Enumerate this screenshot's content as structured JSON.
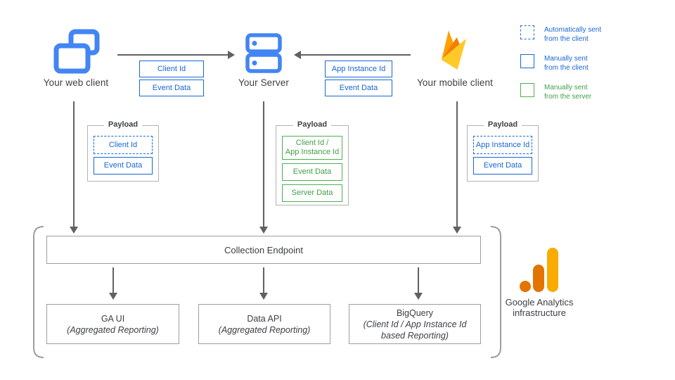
{
  "clients": {
    "web": {
      "label": "Your web client"
    },
    "server": {
      "label": "Your Server"
    },
    "mobile": {
      "label": "Your mobile client"
    }
  },
  "arrow_tags": {
    "web_to_server": {
      "items": [
        "Client Id",
        "Event Data"
      ]
    },
    "mobile_to_server": {
      "items": [
        "App Instance Id",
        "Event Data"
      ]
    }
  },
  "legend": {
    "items": [
      {
        "label": "Automatically sent\nfrom the client",
        "style": "dashed-blue"
      },
      {
        "label": "Manually sent\nfrom the client",
        "style": "solid-blue"
      },
      {
        "label": "Manually sent\nfrom the server",
        "style": "solid-green"
      }
    ]
  },
  "payloads": {
    "title": "Payload",
    "web": {
      "items": [
        {
          "label": "Client Id",
          "style": "dashed-blue"
        },
        {
          "label": "Event Data",
          "style": "solid-blue"
        }
      ]
    },
    "server": {
      "items": [
        {
          "label": "Client Id /\nApp Instance Id",
          "style": "solid-green"
        },
        {
          "label": "Event Data",
          "style": "solid-green"
        },
        {
          "label": "Server Data",
          "style": "solid-green"
        }
      ]
    },
    "mobile": {
      "items": [
        {
          "label": "App Instance Id",
          "style": "dashed-blue"
        },
        {
          "label": "Event Data",
          "style": "solid-blue"
        }
      ]
    }
  },
  "infrastructure": {
    "collection_endpoint": "Collection Endpoint",
    "outputs": [
      {
        "title": "GA UI",
        "subtitle": "(Aggregated Reporting)"
      },
      {
        "title": "Data API",
        "subtitle": "(Aggregated Reporting)"
      },
      {
        "title": "BigQuery",
        "subtitle": "(Client Id / App Instance Id\nbased Reporting)"
      }
    ],
    "label": "Google Analytics\ninfrastructure"
  },
  "icons": {
    "web_client": "overlapping-browser-windows",
    "server": "server-stack",
    "mobile_client": "firebase-flame",
    "analytics": "google-analytics-bars"
  },
  "colors": {
    "blue": "#1967d2",
    "icon_blue": "#4285f4",
    "green_border": "#4caf50",
    "green_text": "#43a047",
    "arrow_gray": "#616161",
    "box_border_gray": "#9e9e9e",
    "text_dark": "#3c4043",
    "firebase_orange": "#FFA000",
    "firebase_deep_orange": "#F57C00",
    "firebase_yellow": "#FFCA28",
    "ga_dark_orange": "#E37400",
    "ga_amber": "#F9AB00"
  }
}
